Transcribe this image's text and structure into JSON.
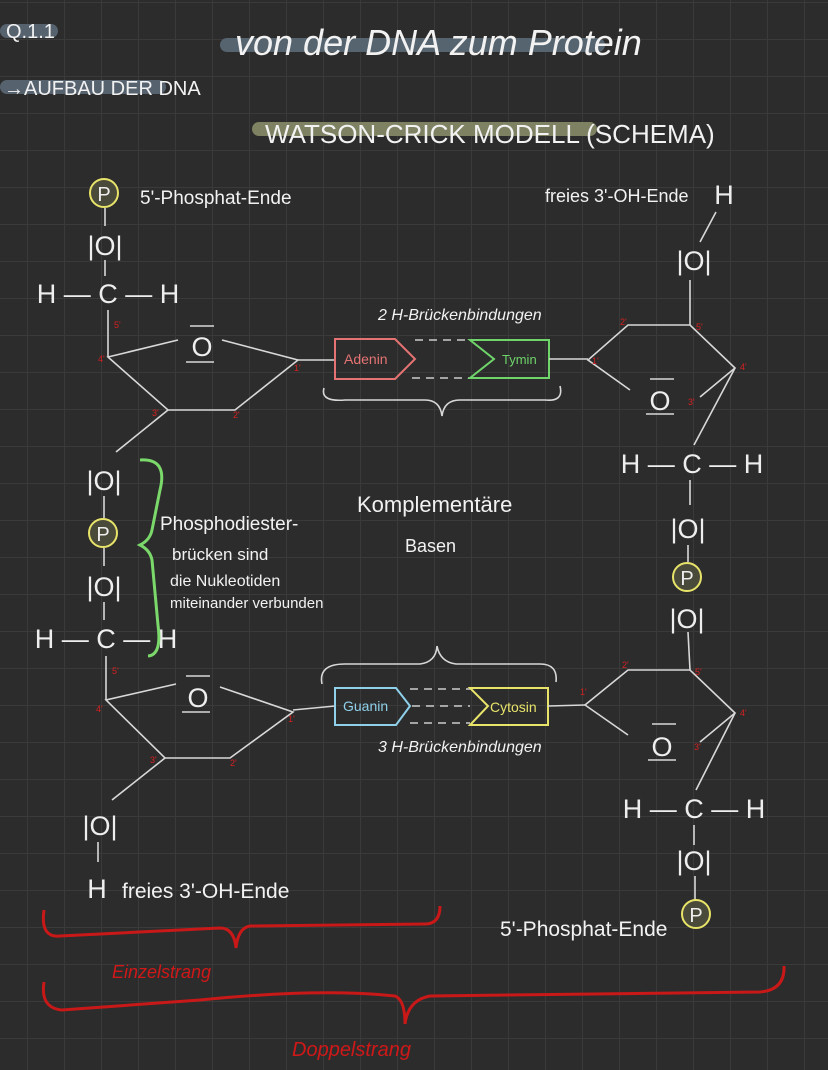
{
  "header": {
    "section_number": "Q.1.1",
    "title": "von der DNA zum Protein",
    "subtitle": "→AUFBAU DER DNA",
    "diagram_title": "WATSON-CRICK MODELL (SCHEMA)"
  },
  "atoms": {
    "phosphate": "P",
    "oxygen_bridge": "|O|",
    "ch2": "H — C — H",
    "ring_oxygen": "O",
    "hydrogen": "H"
  },
  "carbon_labels": {
    "c1": "1'",
    "c2": "2'",
    "c3": "3'",
    "c4": "4'",
    "c5": "5'"
  },
  "ends": {
    "top_left": "5'-Phosphat-Ende",
    "top_right": "freies 3'-OH-Ende",
    "bottom_left": "freies 3'-OH-Ende",
    "bottom_right": "5'-Phosphat-Ende"
  },
  "bases": {
    "pair1": {
      "left": "Adenin",
      "right": "Tymin",
      "bonds": "2 H-Brückenbindungen"
    },
    "pair2": {
      "left": "Guanin",
      "right": "Cytosin",
      "bonds": "3 H-Brückenbindungen"
    }
  },
  "annotations": {
    "complementary_line1": "Komplementäre",
    "complementary_line2": "Basen",
    "phosphodiester": [
      "Phosphodiester-",
      "brücken sind",
      "die Nukleotiden",
      "miteinander verbunden"
    ],
    "single_strand": "Einzelstrang",
    "double_strand": "Doppelstrang"
  },
  "colors": {
    "adenin": "#e57373",
    "tymin": "#6fd46a",
    "guanin": "#8fd0ea",
    "cytosin": "#e8e46a",
    "phosphate": "#e8e46a",
    "brace_green": "#7bd86b",
    "red": "#d01818"
  }
}
